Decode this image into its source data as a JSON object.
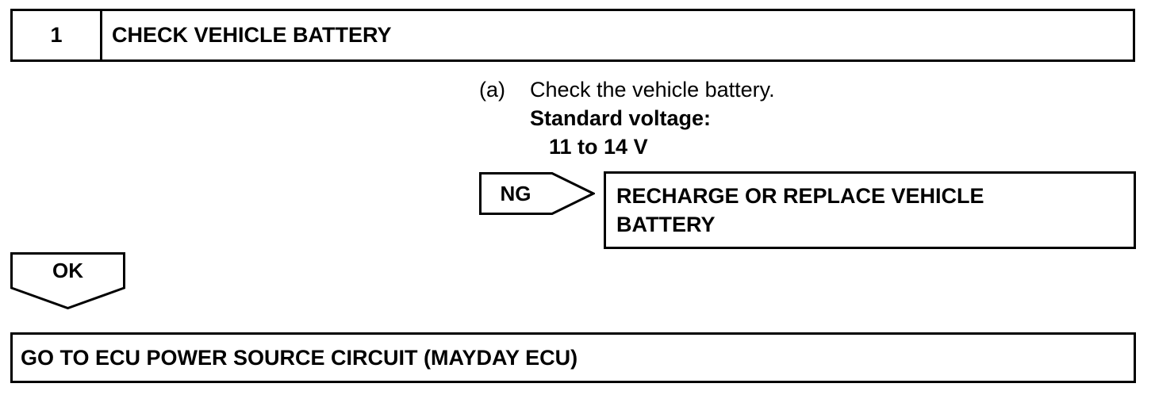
{
  "step": {
    "number": "1",
    "title": "CHECK VEHICLE BATTERY"
  },
  "instruction": {
    "label": "(a)",
    "text": "Check the vehicle battery.",
    "standard_label": "Standard voltage:",
    "standard_value": "11 to 14 V"
  },
  "ng": {
    "tag": "NG",
    "action_line1": "RECHARGE OR REPLACE VEHICLE",
    "action_line2": "BATTERY"
  },
  "ok": {
    "tag": "OK",
    "next_step": "GO TO ECU POWER SOURCE CIRCUIT (MAYDAY ECU)"
  }
}
